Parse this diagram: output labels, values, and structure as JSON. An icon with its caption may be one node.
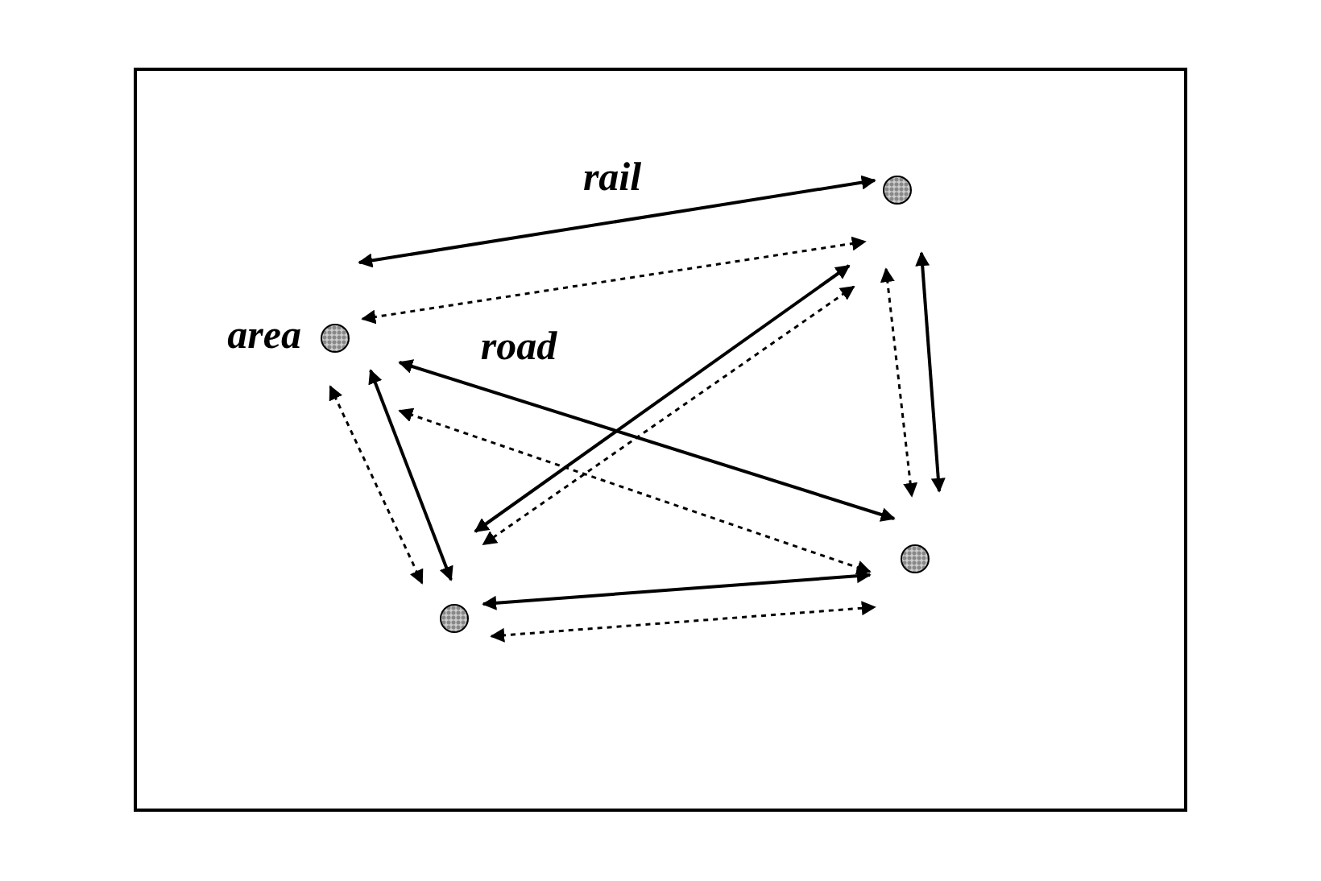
{
  "diagram": {
    "nodes": [
      {
        "text": [],
        "shape": "circle"
      },
      {
        "text": [],
        "shape": "circle",
        "beside": [
          "area"
        ]
      },
      {
        "text": [],
        "shape": "circle"
      },
      {
        "text": [],
        "shape": "circle"
      }
    ],
    "edges": [
      {
        "from": 1,
        "to": 0,
        "arrow": "both",
        "label": "rail"
      },
      {
        "from": 1,
        "to": 0,
        "arrow": "both",
        "style": "dashed"
      },
      {
        "from": 1,
        "to": 2,
        "arrow": "both",
        "label": "road"
      },
      {
        "from": 1,
        "to": 2,
        "arrow": "both",
        "style": "dashed"
      },
      {
        "from": 0,
        "to": 3,
        "arrow": "both"
      },
      {
        "from": 0,
        "to": 3,
        "arrow": "both",
        "style": "dashed"
      },
      {
        "from": 0,
        "to": 2,
        "arrow": "both"
      },
      {
        "from": 0,
        "to": 2,
        "arrow": "both",
        "style": "dashed"
      },
      {
        "from": 1,
        "to": 3,
        "arrow": "both"
      },
      {
        "from": 1,
        "to": 3,
        "arrow": "both",
        "style": "dashed"
      },
      {
        "from": 3,
        "to": 2,
        "arrow": "both"
      },
      {
        "from": 3,
        "to": 2,
        "arrow": "both",
        "style": "dashed"
      }
    ]
  }
}
